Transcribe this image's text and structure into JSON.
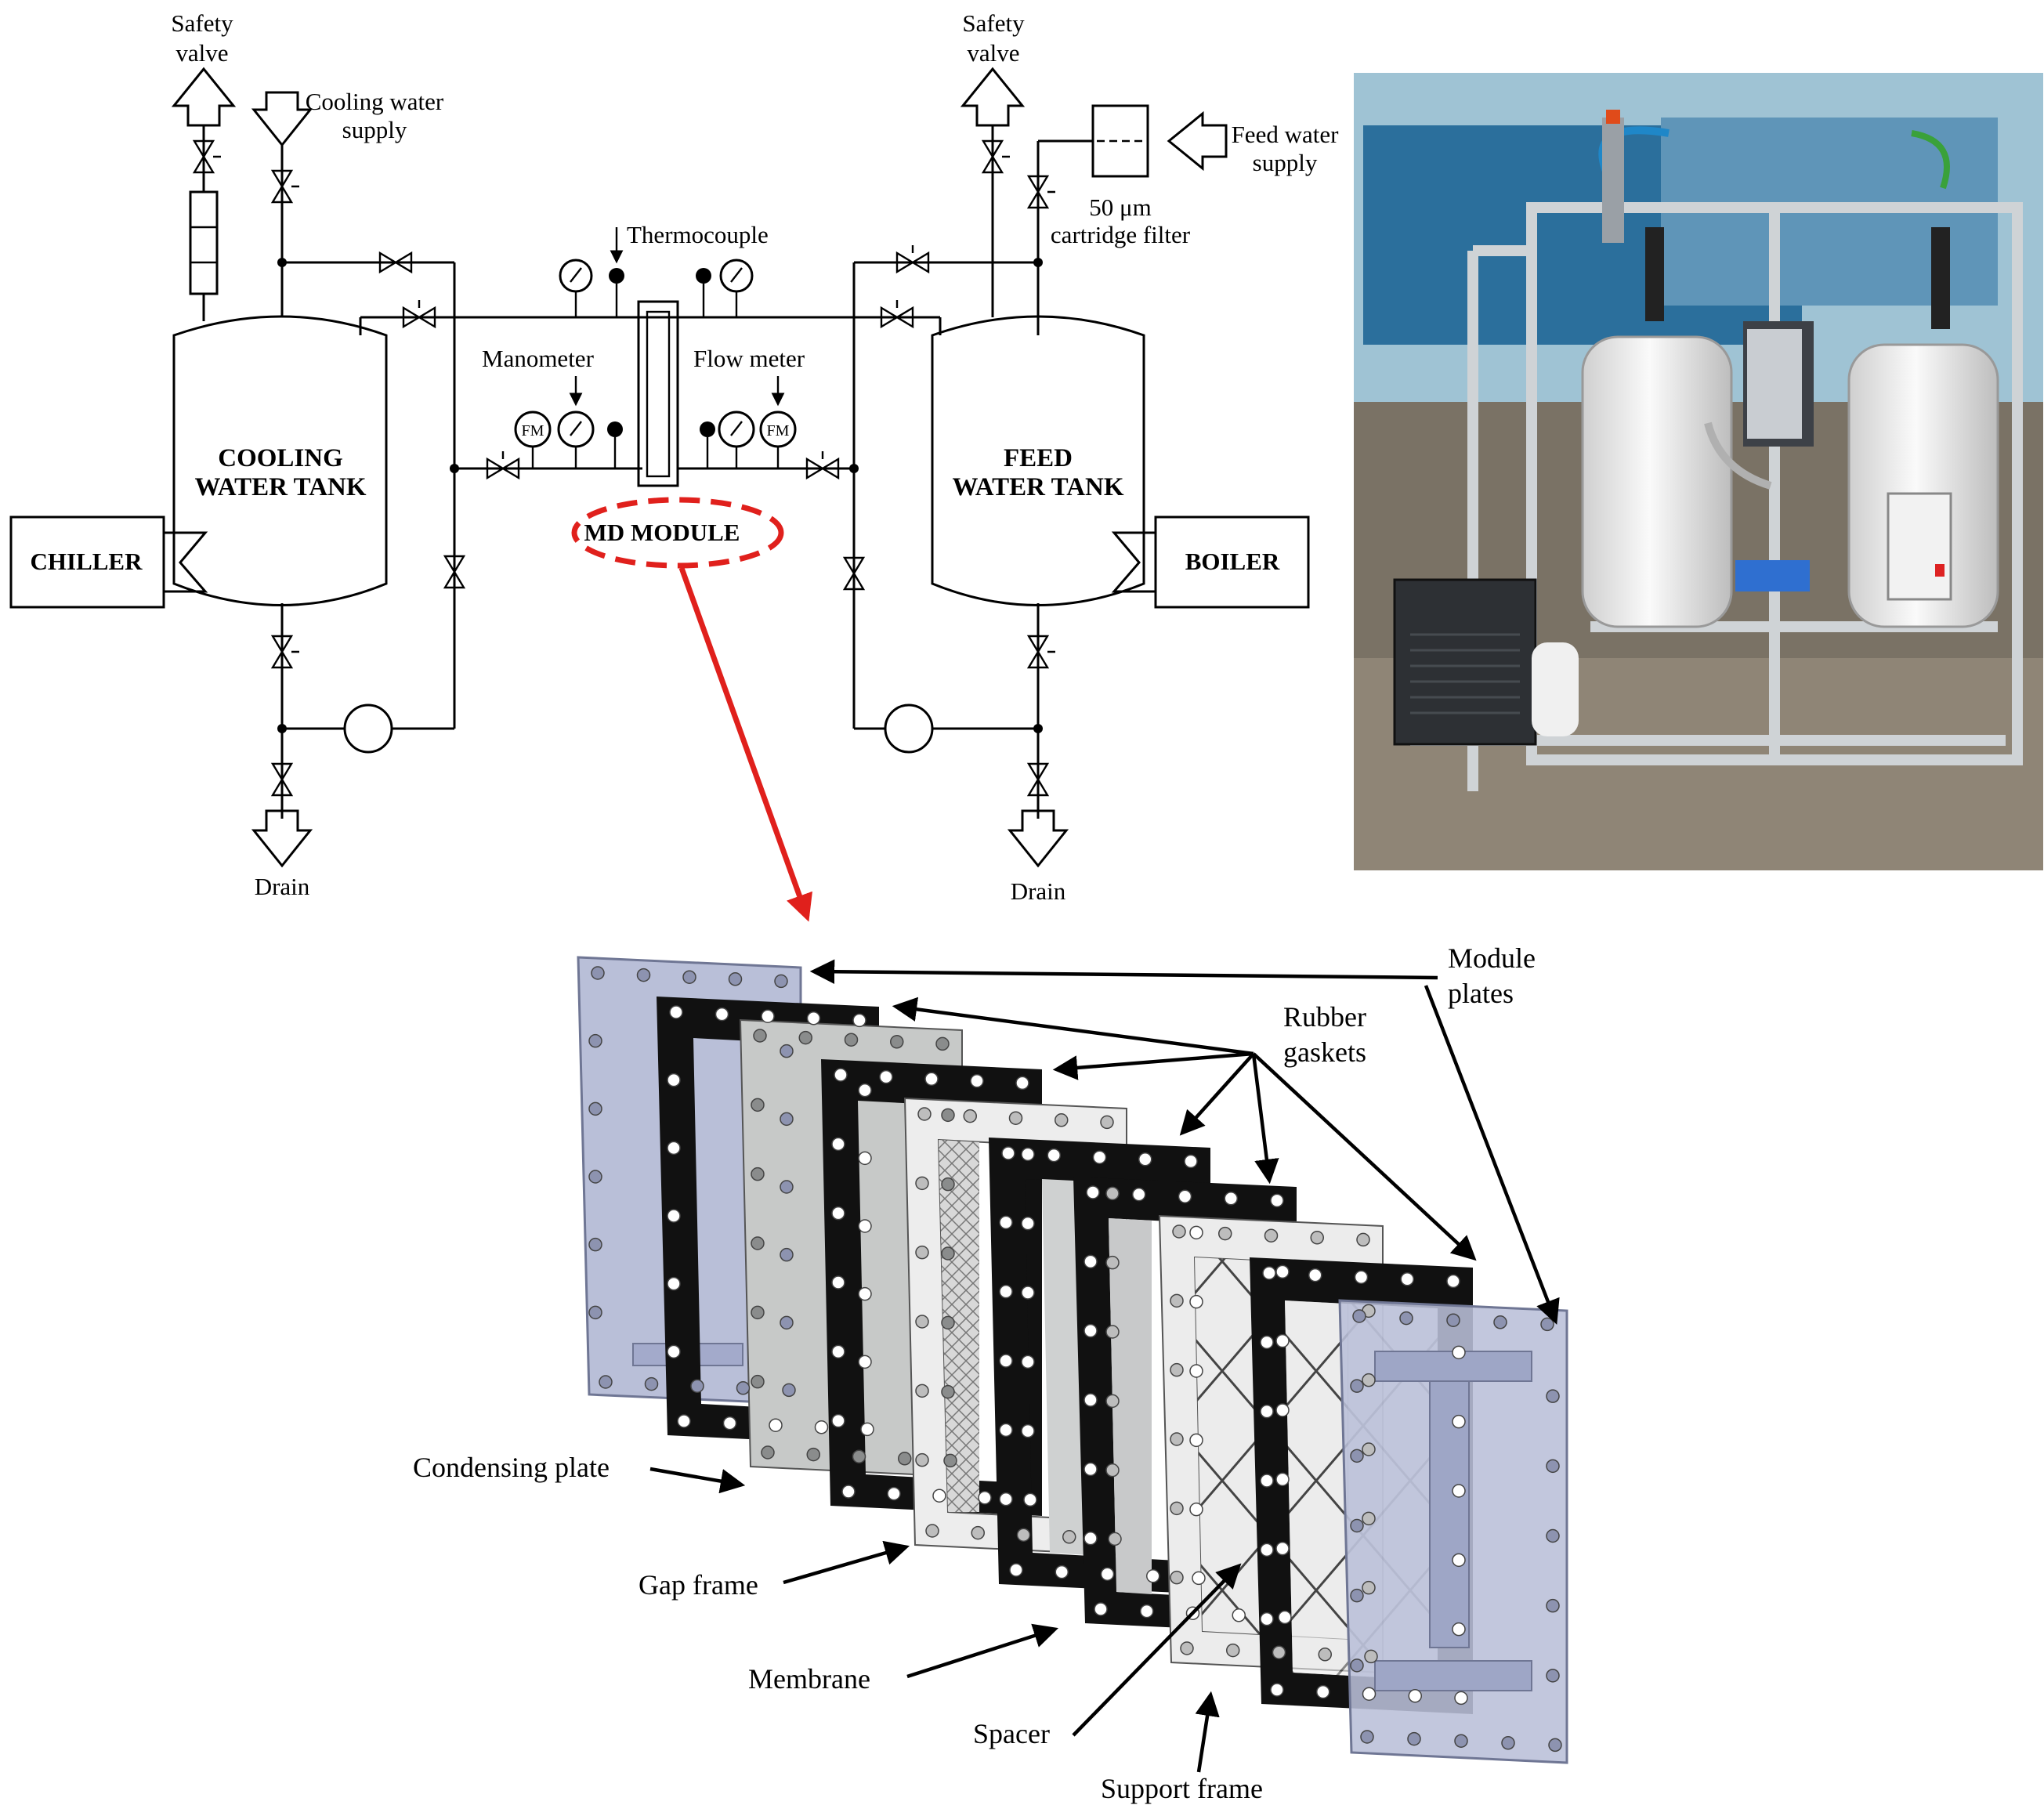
{
  "schematic": {
    "left_safety_valve": "Safety valve",
    "right_safety_valve": "Safety valve",
    "cooling_water_supply": "Cooling water supply",
    "feed_water_supply": "Feed water supply",
    "cartridge_filter": "50 μm cartridge filter",
    "thermocouple": "Thermocouple",
    "manometer": "Manometer",
    "flow_meter": "Flow meter",
    "cooling_tank": "COOLING WATER TANK",
    "feed_tank": "FEED WATER TANK",
    "chiller": "CHILLER",
    "boiler": "BOILER",
    "md_module": "MD MODULE",
    "drain_left": "Drain",
    "drain_right": "Drain",
    "flow_meter_symbol": "FM"
  },
  "exploded_view": {
    "module_plates": "Module plates",
    "rubber_gaskets": "Rubber gaskets",
    "condensing_plate": "Condensing plate",
    "gap_frame": "Gap frame",
    "membrane": "Membrane",
    "spacer": "Spacer",
    "support_frame": "Support frame"
  },
  "colors": {
    "highlight": "#e0201c",
    "plate_blue": "#b9bfd8",
    "gasket": "#111111",
    "membrane_grey": "#c9cbcb",
    "photo_wall": "#8fb3c6"
  }
}
